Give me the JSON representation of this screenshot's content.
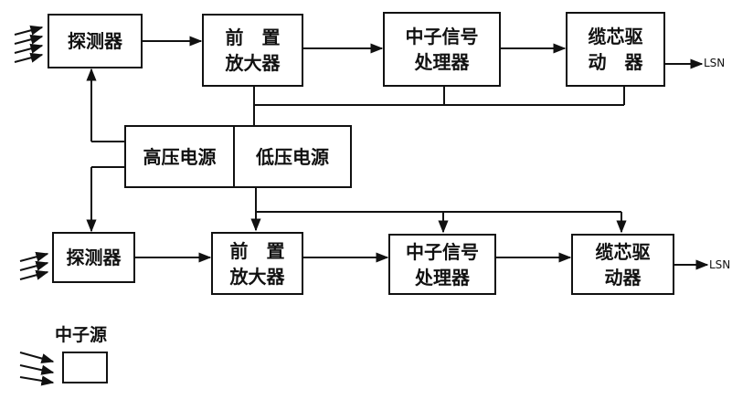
{
  "top_chain": {
    "detector": "探测器",
    "preamp": [
      "前　置",
      "放大器"
    ],
    "processor": [
      "中子信号",
      "处理器"
    ],
    "driver": [
      "缆芯驱",
      "动　器"
    ],
    "output_label": "LSN"
  },
  "power": {
    "high_voltage": "高压电源",
    "low_voltage": "低压电源"
  },
  "bottom_chain": {
    "detector": "探测器",
    "preamp": [
      "前　置",
      "放大器"
    ],
    "processor": [
      "中子信号",
      "处理器"
    ],
    "driver": [
      "缆芯驱",
      "动器"
    ],
    "output_label": "LSN"
  },
  "legend": {
    "label": "中子源"
  }
}
